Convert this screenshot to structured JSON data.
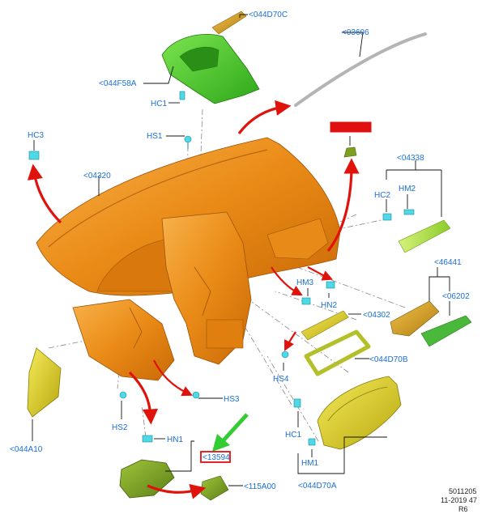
{
  "labels": {
    "l044D70C": "<044D70C",
    "l03606": "<03606",
    "l044F58A": "<044F58A",
    "hc1_top": "HC1",
    "hs1": "HS1",
    "hc3": "HC3",
    "l04320": "<04320",
    "l04338": "<04338",
    "hc2": "HC2",
    "hm2": "HM2",
    "l46441": "<46441",
    "l06202": "<06202",
    "hm3": "HM3",
    "hn2": "HN2",
    "l04302": "<04302",
    "l044D70B": "<044D70B",
    "hs4": "HS4",
    "hs3": "HS3",
    "hs2": "HS2",
    "l044A10": "<044A10",
    "hc1_bot": "HC1",
    "hn1": "HN1",
    "l13594": "<13594",
    "hm1": "HM1",
    "l044D70A": "<044D70A",
    "l115A00": "<115A00"
  },
  "footer": {
    "line1": "5011205",
    "line2": "11-2019 47",
    "line3": "R6"
  },
  "colors": {
    "label": "#1a6fd6",
    "highlight_box": "#e01010",
    "arrow_red": "#e0120c",
    "arrow_green": "#33cc33",
    "dash_orange": "#f08a1c",
    "green_part": "#3fcf2a",
    "yellow_part": "#e6d21e",
    "clip_cyan": "#4fd8e6"
  }
}
